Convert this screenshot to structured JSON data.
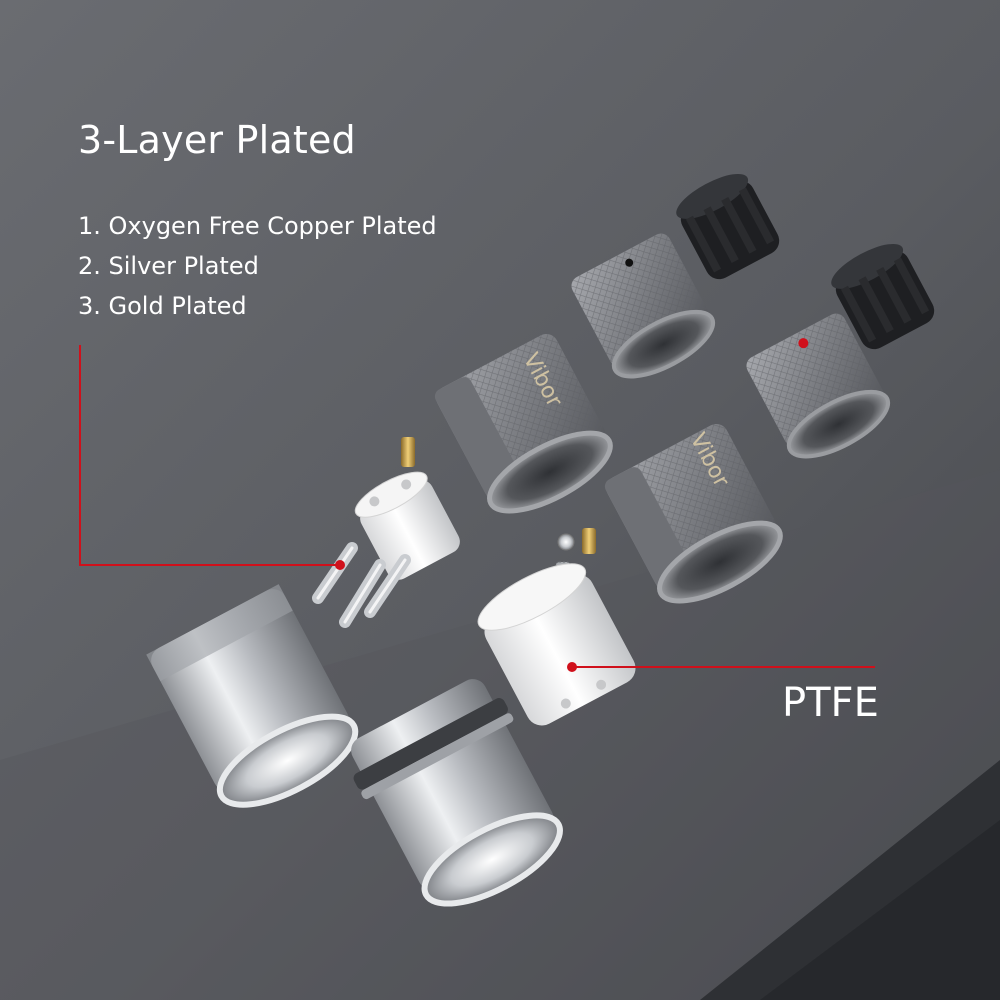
{
  "heading": "3-Layer Plated",
  "features": [
    "1. Oxygen Free Copper Plated",
    "2. Silver Plated",
    "3. Gold Plated"
  ],
  "callout_label": "PTFE",
  "brand_marks": [
    "Vibor",
    "Vibor"
  ],
  "colors": {
    "background": "#5c5e63",
    "text": "#ffffff",
    "callout_line": "#d0101b",
    "metal_knurled": "#8e9096",
    "metal_chrome": "#cfd2d6",
    "insulator": "#f2f2f2",
    "gold": "#c9a04a",
    "black_cap": "#1e1f22"
  }
}
